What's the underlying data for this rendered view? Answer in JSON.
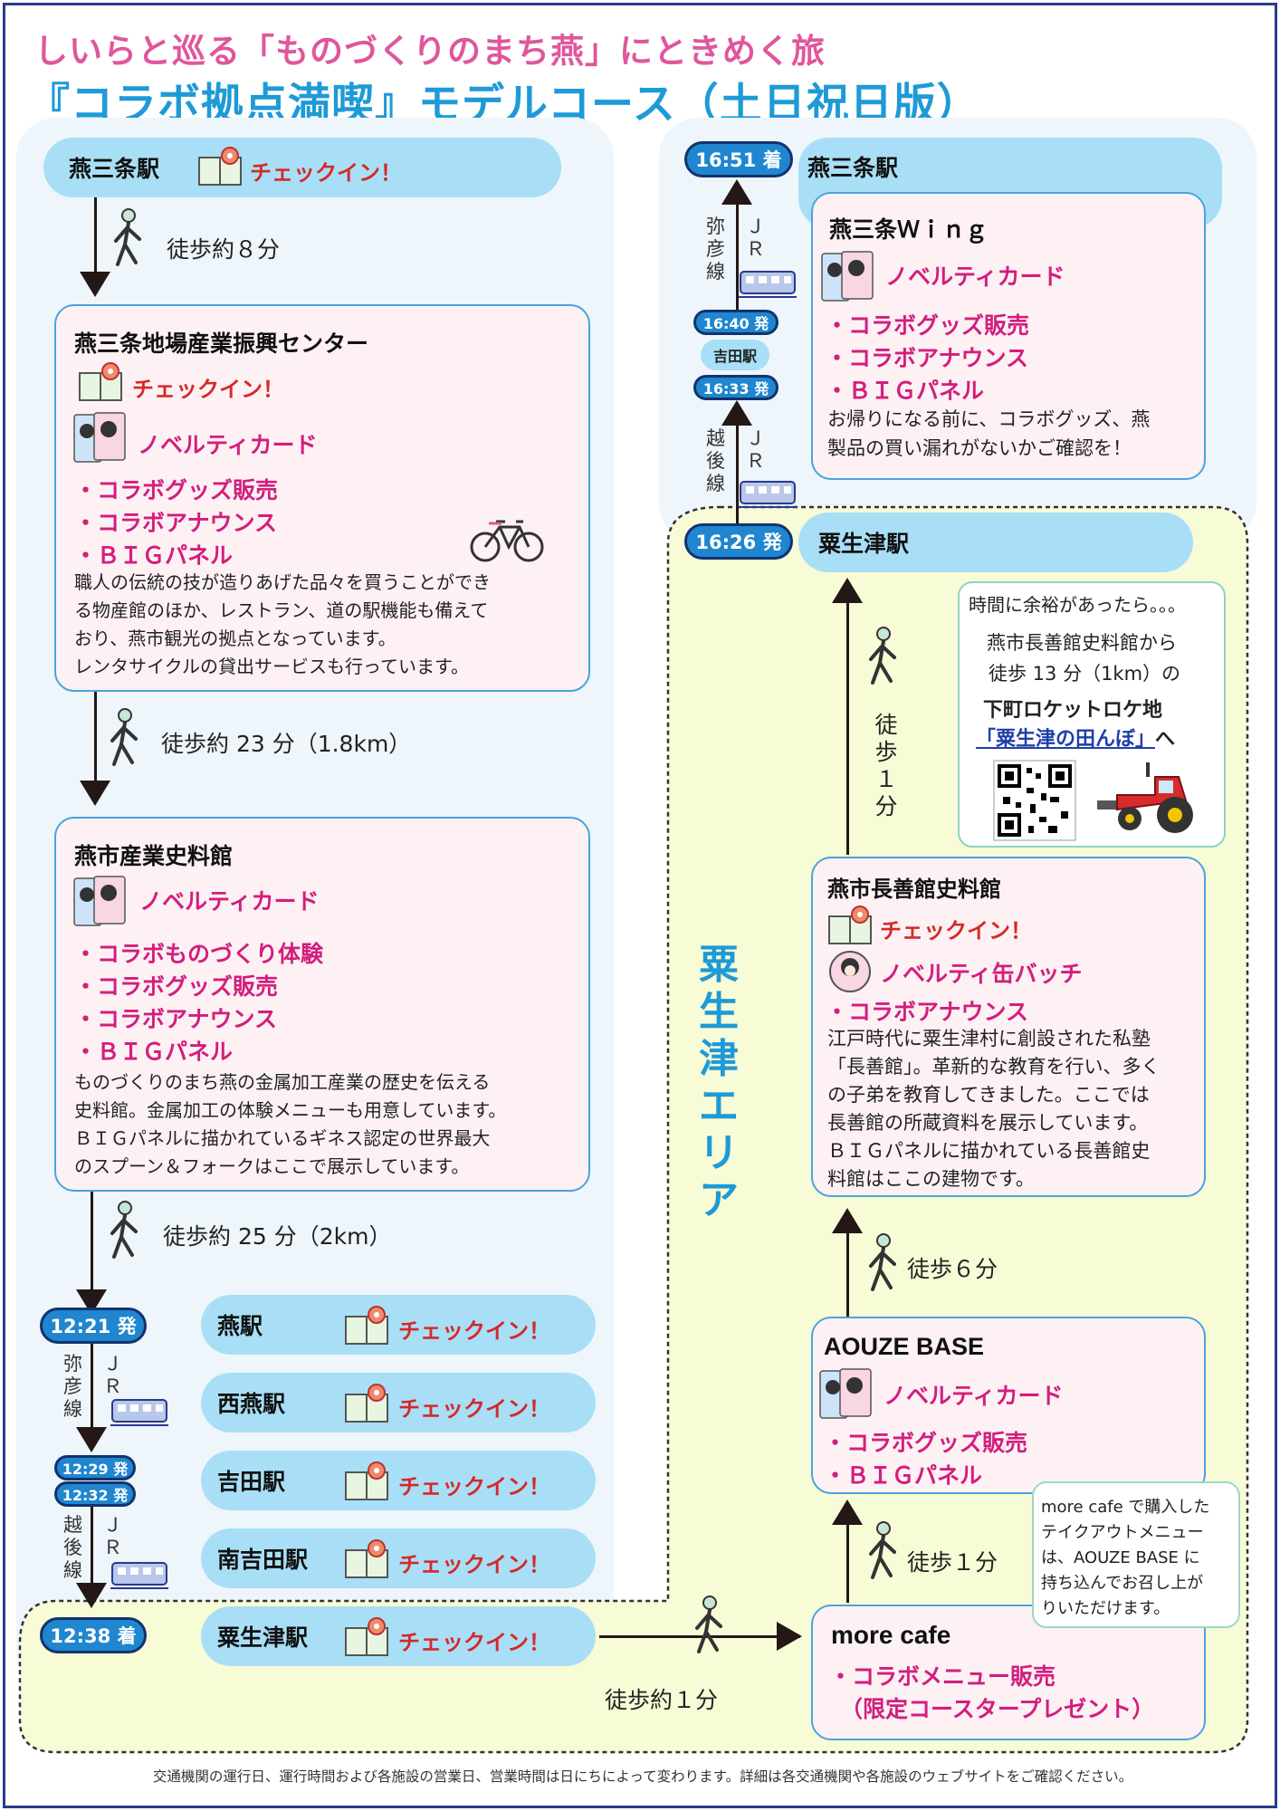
{
  "title_line1": "しいらと巡る「ものづくりのまち燕」にときめく旅",
  "title_line2": "『コラボ拠点満喫』モデルコース（土日祝日版）",
  "labels": {
    "checkin": "チェックイン！",
    "novelty": "ノベルティカード",
    "novelty_badge": "ノベルティ缶バッチ",
    "goods": "・コラボグッズ販売",
    "announce": "・コラボアナウンス",
    "panel": "・ＢＩＧパネル",
    "monozukuri": "・コラボものづくり体験",
    "menu": "・コラボメニュー販売",
    "coaster": "（限定コースタープレゼント）",
    "jr": "ＪＲ",
    "yahiko": "弥彦線",
    "echigo": "越後線"
  },
  "left": {
    "start_station": "燕三条駅",
    "walk1": "徒歩約８分",
    "center": {
      "name": "燕三条地場産業振興センター",
      "desc": [
        "職人の伝統の技が造りあげた品々を買うことができ",
        "る物産館のほか、レストラン、道の駅機能も備えて",
        "おり、燕市観光の拠点となっています。",
        "レンタサイクルの貸出サービスも行っています。"
      ]
    },
    "walk2": "徒歩約 23 分（1.8km）",
    "museum": {
      "name": "燕市産業史料館",
      "desc": [
        "ものづくりのまち燕の金属加工産業の歴史を伝える",
        "史料館。金属加工の体験メニューも用意しています。",
        "ＢＩＧパネルに描かれているギネス認定の世界最大",
        "のスプーン＆フォークはここで展示しています。"
      ]
    },
    "walk3": "徒歩約 25 分（2km）",
    "dep1": "12:21 発",
    "arr_yoshida": "12:29 発",
    "dep_yoshida": "12:32 発",
    "arr_aozu": "12:38 着",
    "stations": [
      "燕駅",
      "西燕駅",
      "吉田駅",
      "南吉田駅",
      "粟生津駅"
    ],
    "walk4": "徒歩約１分"
  },
  "right": {
    "end_time": "16:51 着",
    "end_station": "燕三条駅",
    "wing": {
      "name": "燕三条Ｗｉｎｇ",
      "desc": [
        "お帰りになる前に、コラボグッズ、燕",
        "製品の買い漏れがないかご確認を！"
      ]
    },
    "t1640": "16:40 発",
    "yoshida": "吉田駅",
    "t1633": "16:33 発",
    "dep_aozu": "16:26 発",
    "aozu_station": "粟生津駅",
    "walk_vertical": [
      "徒",
      "歩",
      "１",
      "分"
    ],
    "area_label": [
      "粟",
      "生",
      "津",
      "エ",
      "リ",
      "ア"
    ],
    "info": {
      "line1": "時間に余裕があったら。。。",
      "line2": "燕市長善館史料館から",
      "line3": "徒歩 13 分（1km）の",
      "line4": "下町ロケットロケ地",
      "link": "「粟生津の田んぼ」",
      "suffix": "へ"
    },
    "chozen": {
      "name": "燕市長善館史料館",
      "desc": [
        "江戸時代に粟生津村に創設された私塾",
        "「長善館」。革新的な教育を行い、多く",
        "の子弟を教育してきました。ここでは",
        "長善館の所蔵資料を展示しています。",
        "ＢＩＧパネルに描かれている長善館史",
        "料館はここの建物です。"
      ]
    },
    "walk6": "徒歩６分",
    "aouze": {
      "name": "AOUZE BASE"
    },
    "walk1min": "徒歩１分",
    "cafe_note": [
      "more cafe で購入した",
      "テイクアウトメニュー",
      "は、AOUZE BASE に",
      "持ち込んでお召し上が",
      "りいただけます。"
    ],
    "cafe": {
      "name": "more cafe"
    }
  },
  "footer": "交通機関の運行日、運行時間および各施設の営業日、営業時間は日にちによって変わります。詳細は各交通機関や各施設のウェブサイトをご確認ください。",
  "colors": {
    "title_pink": "#e0569c",
    "title_blue": "#1e9ad6",
    "badge_blue": "#1f86cf",
    "pink": "#d21e7e",
    "red": "#d62828"
  }
}
